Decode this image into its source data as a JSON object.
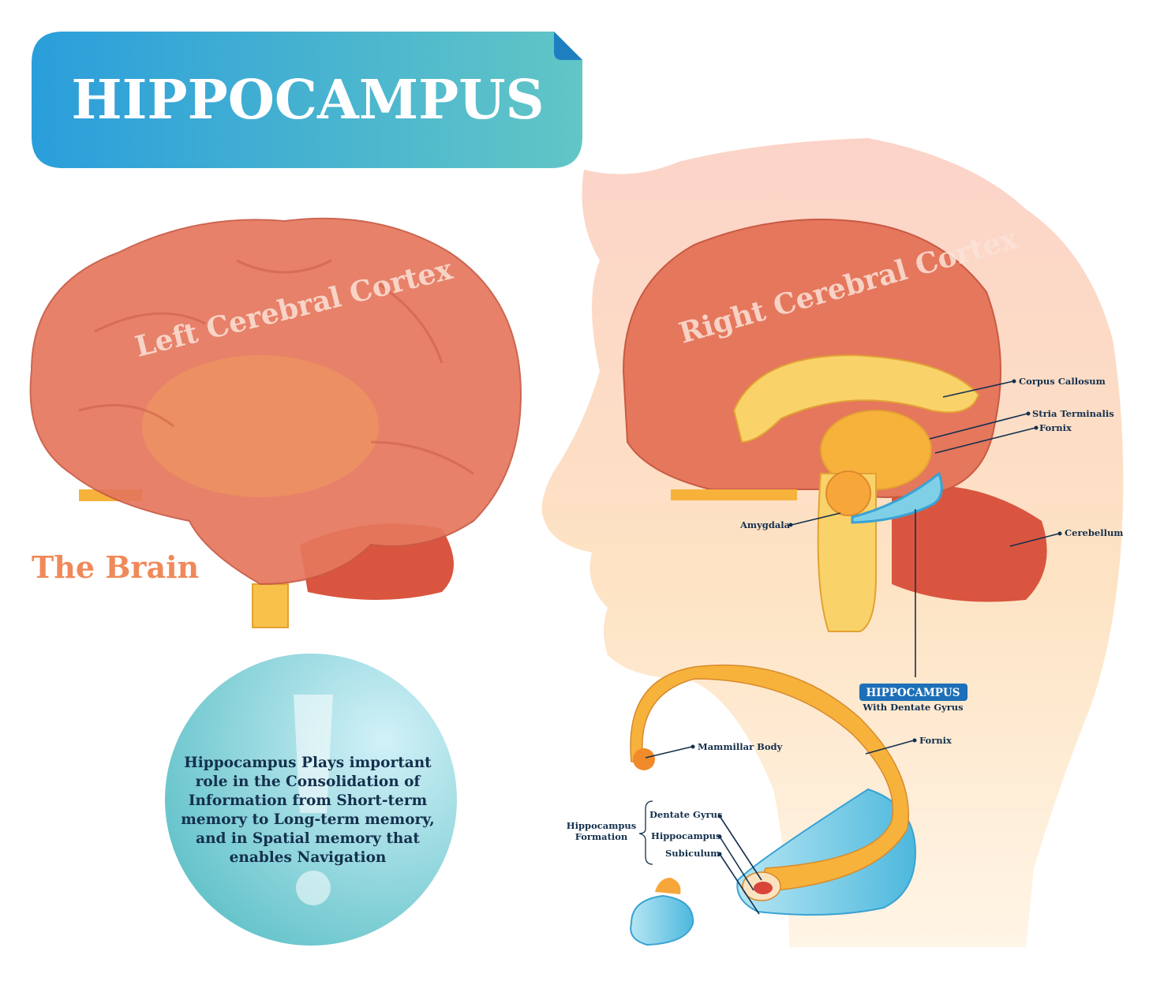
{
  "title": "HIPPOCAMPUS",
  "left_brain": {
    "cortex_label": "Left Cerebral Cortex",
    "caption": "The Brain"
  },
  "right_brain": {
    "cortex_label": "Right Cerebral Cortex",
    "labels": {
      "corpus_callosum": "Corpus Callosum",
      "stria_terminalis": "Stria Terminalis",
      "fornix": "Fornix",
      "amygdala": "Amygdala",
      "cerebellum": "Cerebellum"
    },
    "hippocampus_badge": "HIPPOCAMPUS",
    "hippocampus_sub": "With Dentate Gyrus"
  },
  "detail": {
    "mammillar_body": "Mammillar Body",
    "fornix": "Fornix",
    "formation_title": [
      "Hippocampus",
      "Formation"
    ],
    "formation_parts": [
      "Dentate Gyrus",
      "Hippocampus",
      "Subiculum"
    ]
  },
  "info_text": [
    "Hippocampus Plays important",
    "role in the Consolidation of",
    "Information from Short-term",
    "memory to Long-term memory,",
    "and in Spatial memory that",
    "enables Navigation"
  ],
  "colors": {
    "banner_start": "#2a9edb",
    "banner_end": "#62c6c6",
    "cortex": "#e5775d",
    "label": "#14304d",
    "hippocampus": "#7fd0e6",
    "caption": "#f0895a"
  }
}
